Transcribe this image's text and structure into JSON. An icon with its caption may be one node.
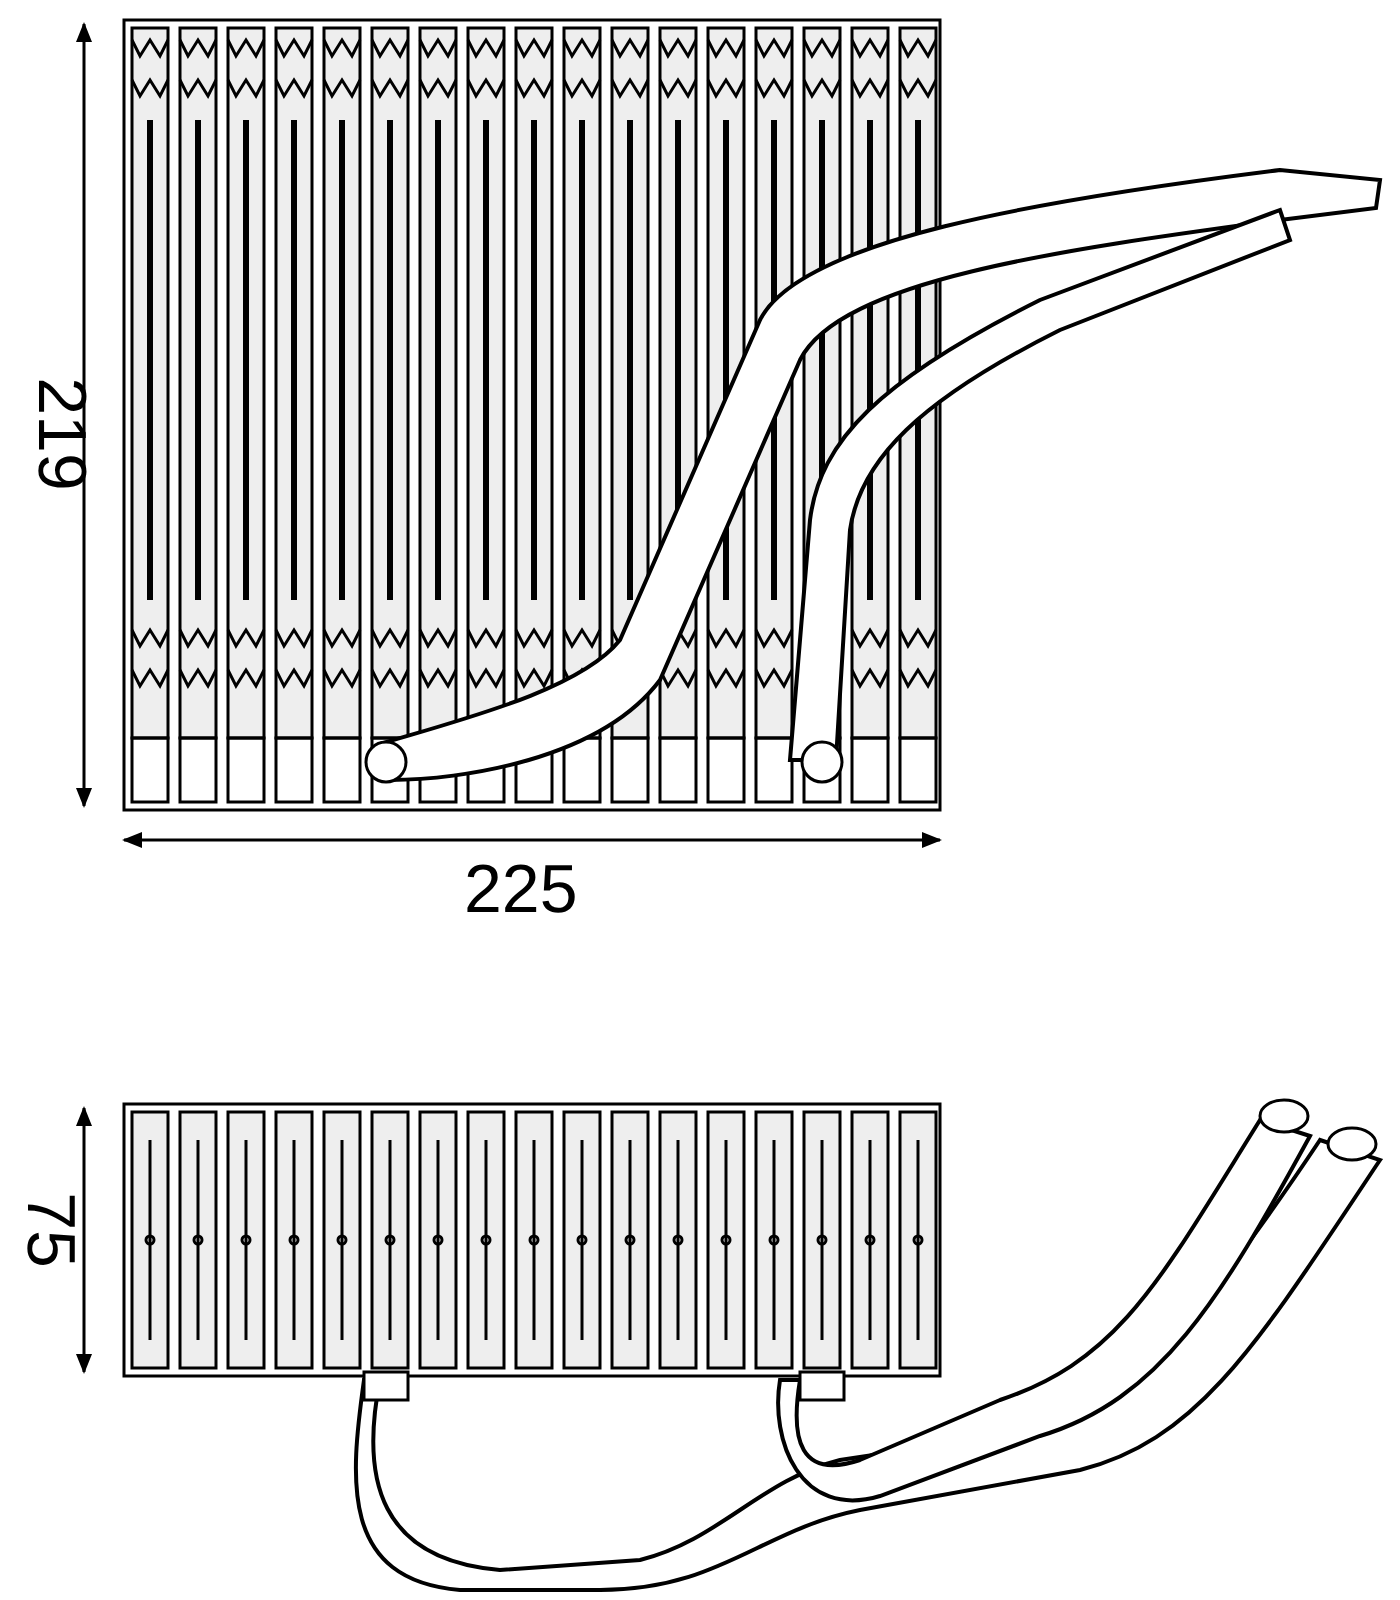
{
  "diagram": {
    "labels": [
      "219",
      "225",
      "75"
    ]
  }
}
